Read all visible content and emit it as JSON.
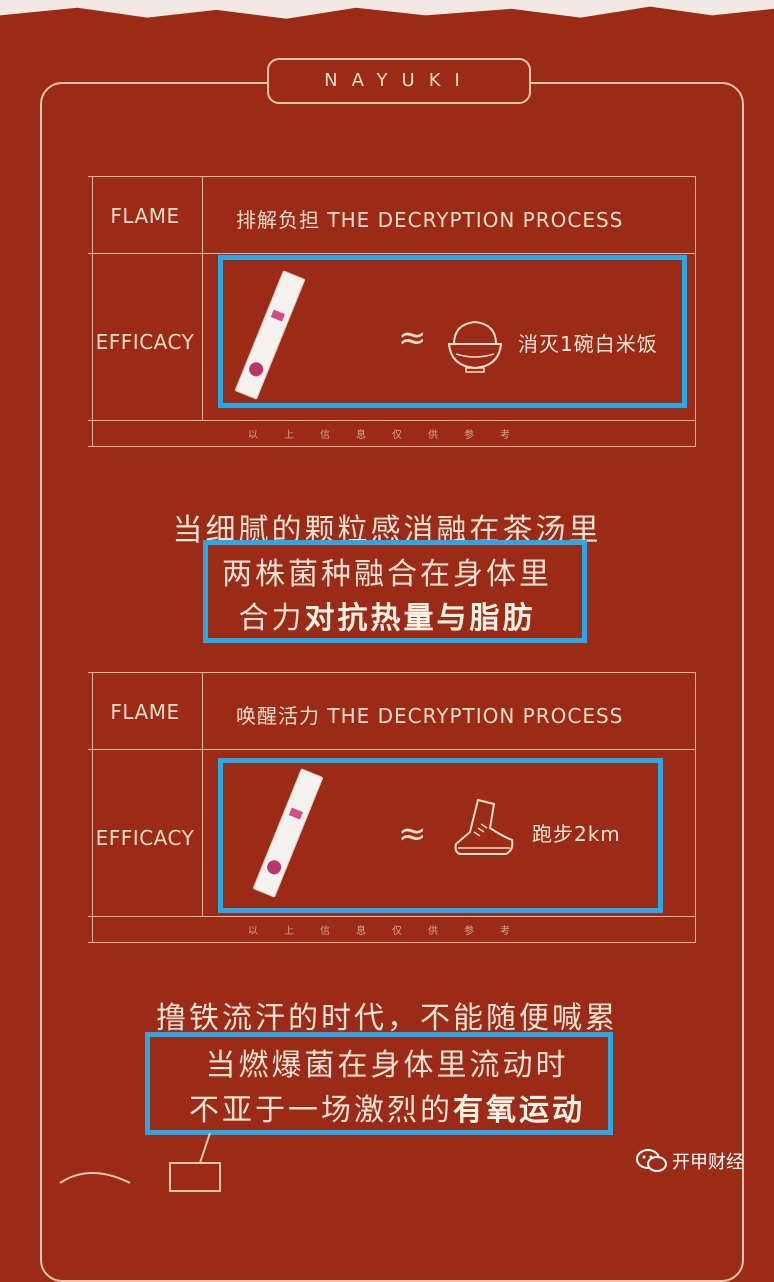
{
  "brand": "NAYUKI",
  "panel1": {
    "flame_label": "FLAME",
    "title": "排解负担  THE DECRYPTION PROCESS",
    "efficacy_label": "EFFICACY",
    "approx": "≈",
    "result": "消灭1碗白米饭",
    "note": "以上信息仅供参考"
  },
  "headline1": {
    "line1": "当细腻的颗粒感消融在茶汤里",
    "line2": "两株菌种融合在身体里",
    "line3_prefix": "合力",
    "line3_bold": "对抗热量与脂肪"
  },
  "panel2": {
    "flame_label": "FLAME",
    "title": "唤醒活力  THE DECRYPTION PROCESS",
    "efficacy_label": "EFFICACY",
    "approx": "≈",
    "result": "跑步2km",
    "note": "以上信息仅供参考"
  },
  "headline2": {
    "line1": "撸铁流汗的时代，不能随便喊累",
    "line2": "当燃爆菌在身体里流动时",
    "line3_prefix": "不亚于一场激烈的",
    "line3_bold": "有氧运动"
  },
  "footer": {
    "label": "开甲财经",
    "icon": "wechat-icon"
  },
  "colors": {
    "background": "#9b2a17",
    "line": "#e0b89b",
    "highlight": "#2aa7e6"
  }
}
